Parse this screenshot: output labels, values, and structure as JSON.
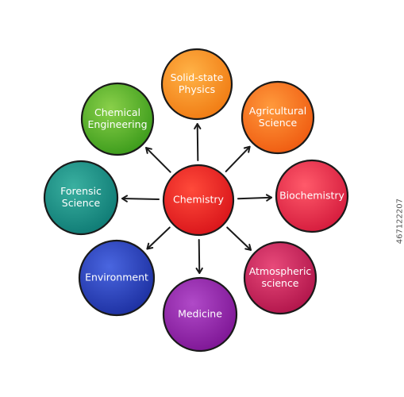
{
  "center": {
    "label": "Chemistry",
    "color": "#d8141a",
    "color_light": "#ff4a3a"
  },
  "nodes": [
    {
      "id": "solid-state-physics",
      "lines": [
        "Solid-state",
        "Physics"
      ],
      "color": "#f07a12",
      "color_light": "#ffb347"
    },
    {
      "id": "agricultural-science",
      "lines": [
        "Agricultural",
        "Science"
      ],
      "color": "#ef5a10",
      "color_light": "#ff9a3c"
    },
    {
      "id": "biochemistry",
      "lines": [
        "Biochemistry"
      ],
      "color": "#d41a3c",
      "color_light": "#ff5a6a"
    },
    {
      "id": "atmospheric-science",
      "lines": [
        "Atmospheric",
        "science"
      ],
      "color": "#b0144a",
      "color_light": "#e84a7a"
    },
    {
      "id": "medicine",
      "lines": [
        "Medicine"
      ],
      "color": "#7d1594",
      "color_light": "#b04ac8"
    },
    {
      "id": "environment",
      "lines": [
        "Environment"
      ],
      "color": "#1c2fa0",
      "color_light": "#4a66e0"
    },
    {
      "id": "forensic-science",
      "lines": [
        "Forensic",
        "Science"
      ],
      "color": "#0e7a74",
      "color_light": "#3ab0a0"
    },
    {
      "id": "chemical-engineering",
      "lines": [
        "Chemical",
        "Engineering"
      ],
      "color": "#3a9a1a",
      "color_light": "#8ad04a"
    }
  ],
  "side_code": "467122207"
}
